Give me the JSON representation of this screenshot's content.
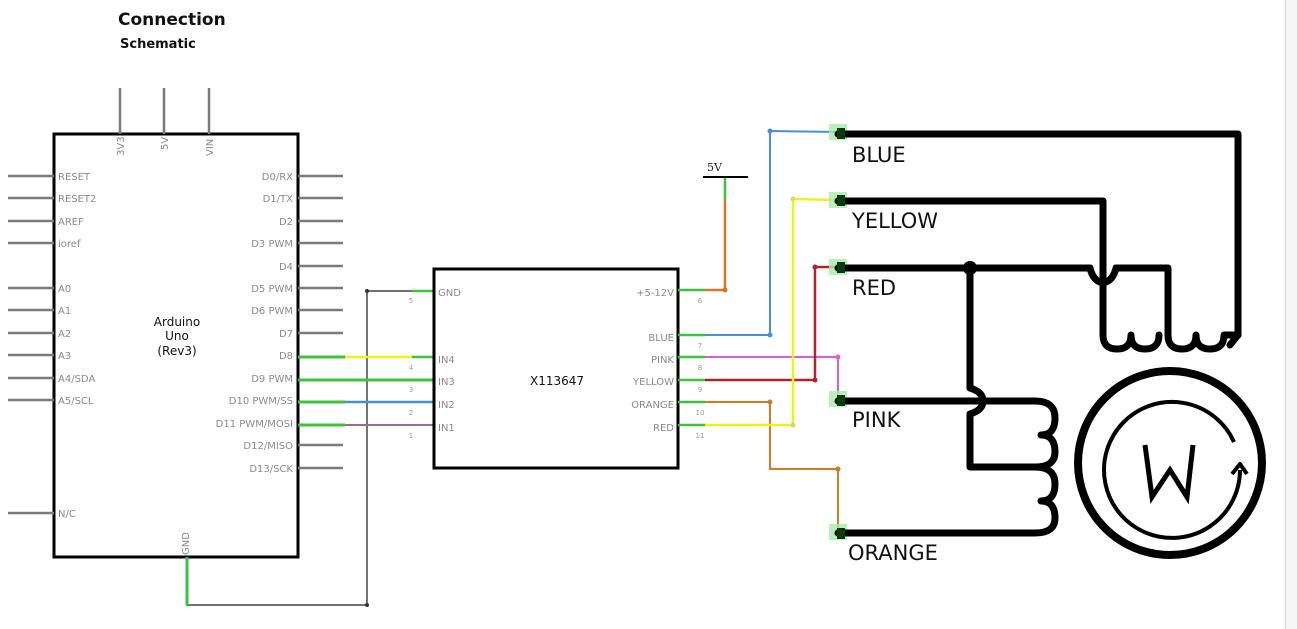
{
  "header": {
    "title": "Connection",
    "subtitle": "Schematic"
  },
  "arduino": {
    "name_line1": "Arduino",
    "name_line2": "Uno",
    "name_line3": "(Rev3)",
    "top_pins": [
      "3V3",
      "5V",
      "VIN"
    ],
    "left_pins": [
      "RESET",
      "RESET2",
      "AREF",
      "ioref",
      "A0",
      "A1",
      "A2",
      "A3",
      "A4/SDA",
      "A5/SCL",
      "N/C"
    ],
    "right_pins": [
      "D0/RX",
      "D1/TX",
      "D2",
      "D3 PWM",
      "D4",
      "D5 PWM",
      "D6 PWM",
      "D7",
      "D8",
      "D9 PWM",
      "D10 PWM/SS",
      "D11 PWM/MOSI",
      "D12/MISO",
      "D13/SCK"
    ],
    "bottom_pin": "GND"
  },
  "driver": {
    "name": "X113647",
    "left_pins": [
      {
        "label": "GND",
        "num": "5"
      },
      {
        "label": "IN4",
        "num": "4"
      },
      {
        "label": "IN3",
        "num": "3"
      },
      {
        "label": "IN2",
        "num": "2"
      },
      {
        "label": "IN1",
        "num": "1"
      }
    ],
    "right_pins": [
      {
        "label": "+5-12V",
        "num": "6"
      },
      {
        "label": "BLUE",
        "num": "7"
      },
      {
        "label": "PINK",
        "num": "8"
      },
      {
        "label": "YELLOW",
        "num": "9"
      },
      {
        "label": "ORANGE",
        "num": "10"
      },
      {
        "label": "RED",
        "num": "11"
      }
    ]
  },
  "power": {
    "label": "5V"
  },
  "motor": {
    "symbol": "W",
    "wires": [
      "BLUE",
      "YELLOW",
      "RED",
      "PINK",
      "ORANGE"
    ]
  },
  "colors": {
    "blue": "#4a8fd0",
    "yellow": "#f2f01a",
    "red": "#b0232d",
    "pink": "#d75fd6",
    "orange": "#d27a22",
    "green": "#3cc23c",
    "pin_gray": "#7a7a7a",
    "wire_dark": "#333333"
  }
}
